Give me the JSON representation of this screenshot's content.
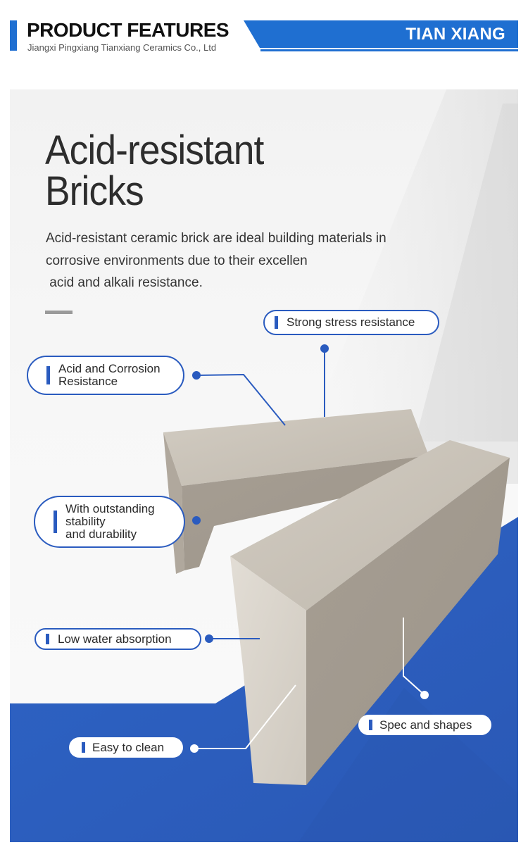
{
  "header": {
    "title": "PRODUCT FEATURES",
    "subtitle": "Jiangxi Pingxiang Tianxiang Ceramics Co., Ltd",
    "brand": "TIAN XIANG",
    "accent_color": "#1f6fd1"
  },
  "hero": {
    "title_line1": "Acid-resistant",
    "title_line2": "Bricks",
    "description_lines": [
      "Acid-resistant ceramic brick are ideal building materials in",
      "corrosive environments due to their excellen",
      " acid and alkali resistance."
    ]
  },
  "image": {
    "subject": "two acid-resistant ceramic bricks",
    "brick_color": "#bdb6ac",
    "background_blue": "#2c63c5"
  },
  "features": [
    {
      "id": "strong-stress",
      "lines": [
        "Strong stress resistance"
      ]
    },
    {
      "id": "acid-corrosion",
      "lines": [
        "Acid and Corrosion",
        "Resistance"
      ]
    },
    {
      "id": "stability",
      "lines": [
        "With outstanding",
        "stability",
        "and durability"
      ]
    },
    {
      "id": "low-water",
      "lines": [
        "Low water absorption"
      ]
    },
    {
      "id": "spec-shapes",
      "lines": [
        "Spec and shapes"
      ]
    },
    {
      "id": "easy-clean",
      "lines": [
        "Easy to clean"
      ]
    }
  ]
}
